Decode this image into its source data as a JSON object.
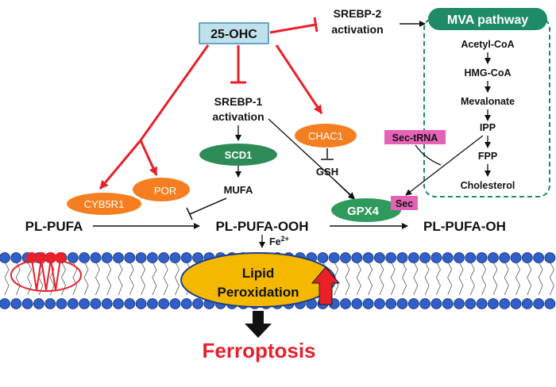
{
  "nodes": {
    "ohc": "25-OHC",
    "srebp2_line1": "SREBP-2",
    "srebp2_line2": "activation",
    "mva_title": "MVA pathway",
    "acetyl": "Acetyl-CoA",
    "hmg": "HMG-CoA",
    "mevalonate": "Mevalonate",
    "ipp": "IPP",
    "fpp": "FPP",
    "cholesterol": "Cholesterol",
    "srebp1_line1": "SREBP-1",
    "srebp1_line2": "activation",
    "scd1": "SCD1",
    "mufa": "MUFA",
    "chac1": "CHAC1",
    "gsh": "GSH",
    "sec_trna": "Sec-tRNA",
    "gpx4": "GPX4",
    "sec": "Sec",
    "cyb5r1": "CYB5R1",
    "por": "POR",
    "pl_pufa": "PL-PUFA",
    "pl_pufa_ooh": "PL-PUFA-OOH",
    "pl_pufa_oh": "PL-PUFA-OH",
    "fe": "Fe",
    "fe_sup": "2+",
    "lipid_line1": "Lipid",
    "lipid_line2": "Peroxidation",
    "ferroptosis": "Ferroptosis"
  },
  "colors": {
    "red": "#e8202a",
    "ohc_fill": "#bfe0ec",
    "ohc_border": "#3e8fb0",
    "mva_green": "#1e8a6a",
    "scd1_green": "#2e8b57",
    "gpx4_green": "#2e9a5c",
    "orange": "#f57f20",
    "pink": "#e563b7",
    "membrane_blue": "#2f5fc8",
    "lipid_yellow": "#f5b800"
  }
}
